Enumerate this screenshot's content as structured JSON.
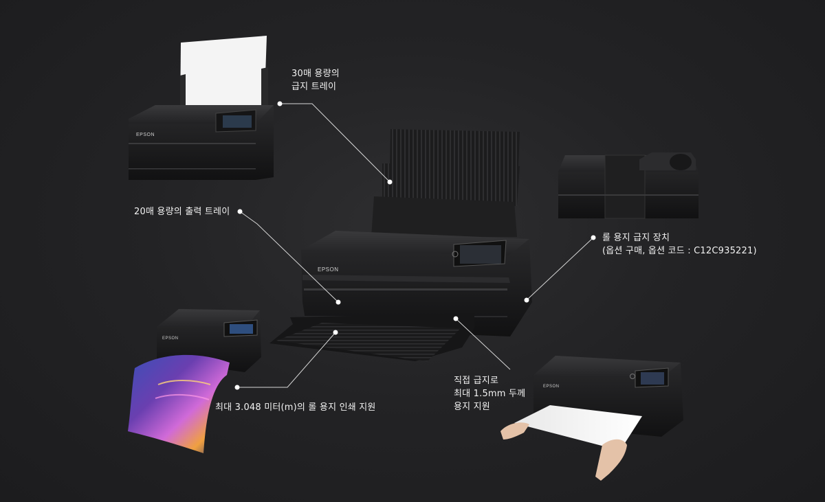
{
  "brand_text": "EPSON",
  "callouts": {
    "rear_tray": {
      "line1": "30매 용량의",
      "line2": "급지 트레이"
    },
    "output_tray": {
      "line1": "20매 용량의 출력 트레이"
    },
    "roll_feeder": {
      "line1": "롤 용지 급지 장치",
      "line2": "(옵션 구매, 옵션 코드 : C12C935221)"
    },
    "roll_print": {
      "line1": "최대 3.048 미터(m)의 롤 용지 인쇄 지원"
    },
    "front_feed": {
      "line1": "직접 급지로",
      "line2": "최대 1.5mm 두께",
      "line3": "용지 지원"
    }
  },
  "colors": {
    "background": "#232325",
    "printer_body": "#1a1a1b",
    "leader_line": "#d8d8d8"
  }
}
